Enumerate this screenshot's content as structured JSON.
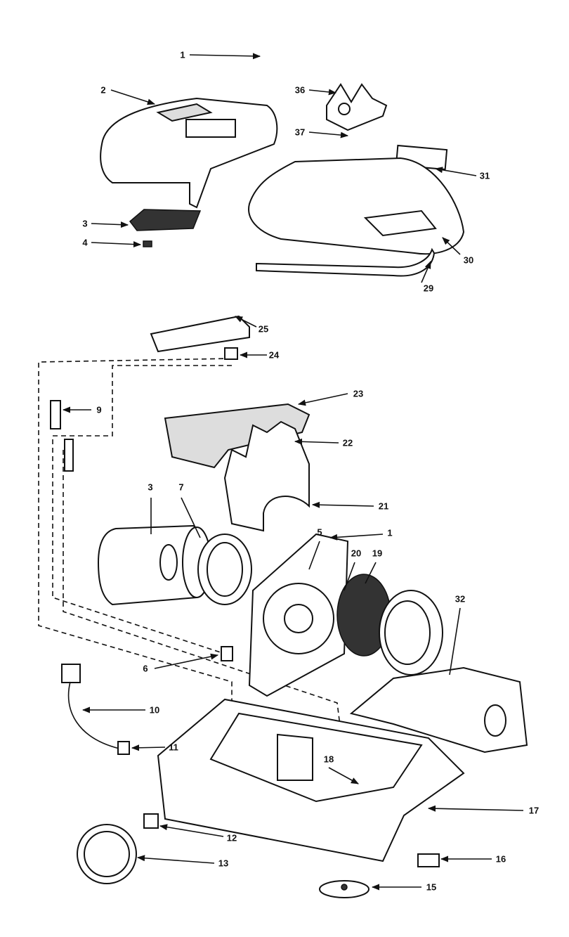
{
  "diagram": {
    "type": "exploded parts diagram",
    "labels": [
      "1",
      "2",
      "36",
      "37",
      "31",
      "3",
      "4",
      "30",
      "29",
      "25",
      "24",
      "9",
      "23",
      "22",
      "3",
      "7",
      "21",
      "1",
      "5",
      "20",
      "19",
      "32",
      "6",
      "10",
      "11",
      "18",
      "17",
      "12",
      "13",
      "16",
      "15"
    ]
  }
}
